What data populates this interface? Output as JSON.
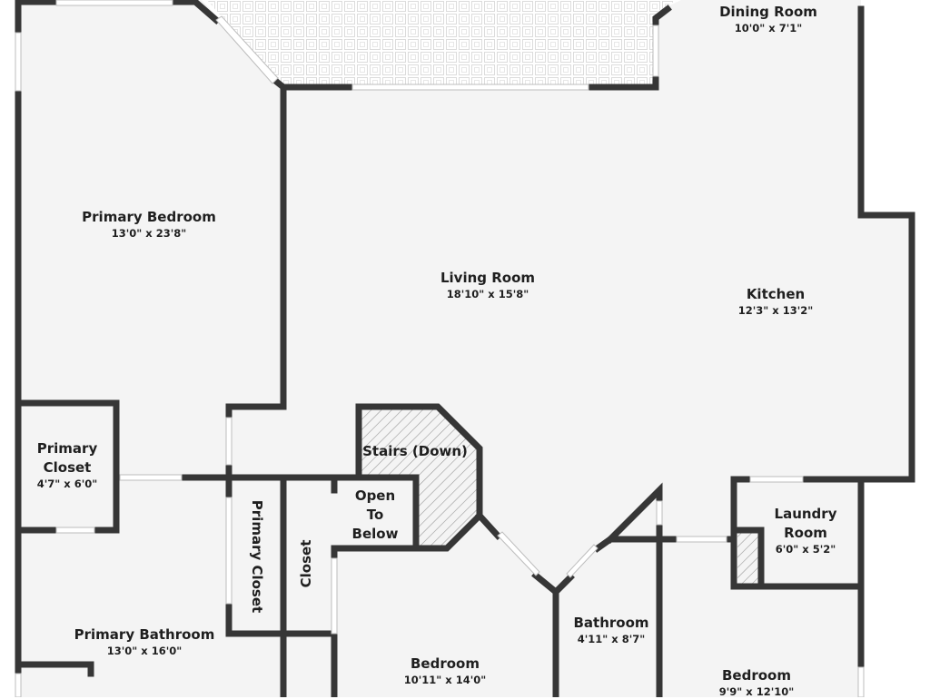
{
  "floorplan": {
    "colors": {
      "wall": "#363636",
      "floor": "#f4f4f4",
      "background": "#ffffff",
      "window": "#ffffff",
      "window_frame": "#bdbdbd",
      "hatch": "#9a9a9a",
      "text": "#1f1f1f"
    },
    "rooms": [
      {
        "id": "dining-room",
        "name": "Dining Room",
        "dims": "10'0\" x 7'1\""
      },
      {
        "id": "primary-bedroom",
        "name": "Primary Bedroom",
        "dims": "13'0\" x 23'8\""
      },
      {
        "id": "living-room",
        "name": "Living Room",
        "dims": "18'10\" x 15'8\""
      },
      {
        "id": "kitchen",
        "name": "Kitchen",
        "dims": "12'3\" x 13'2\""
      },
      {
        "id": "primary-closet-1",
        "name": "Primary Closet",
        "name_lines": [
          "Primary",
          "Closet"
        ],
        "dims": "4'7\" x 6'0\""
      },
      {
        "id": "stairs",
        "name": "Stairs (Down)"
      },
      {
        "id": "open-to-below",
        "name": "Open To Below",
        "name_lines": [
          "Open",
          "To",
          "Below"
        ]
      },
      {
        "id": "primary-closet-2",
        "name": "Primary Closet"
      },
      {
        "id": "closet",
        "name": "Closet"
      },
      {
        "id": "laundry-room",
        "name": "Laundry Room",
        "name_lines": [
          "Laundry",
          "Room"
        ],
        "dims": "6'0\" x 5'2\""
      },
      {
        "id": "primary-bathroom",
        "name": "Primary Bathroom",
        "dims": "13'0\" x 16'0\""
      },
      {
        "id": "bathroom",
        "name": "Bathroom",
        "dims": "4'11\" x 8'7\""
      },
      {
        "id": "bedroom-1",
        "name": "Bedroom",
        "dims": "10'11\" x 14'0\""
      },
      {
        "id": "bedroom-2",
        "name": "Bedroom",
        "dims": "9'9\" x 12'10\""
      }
    ]
  }
}
